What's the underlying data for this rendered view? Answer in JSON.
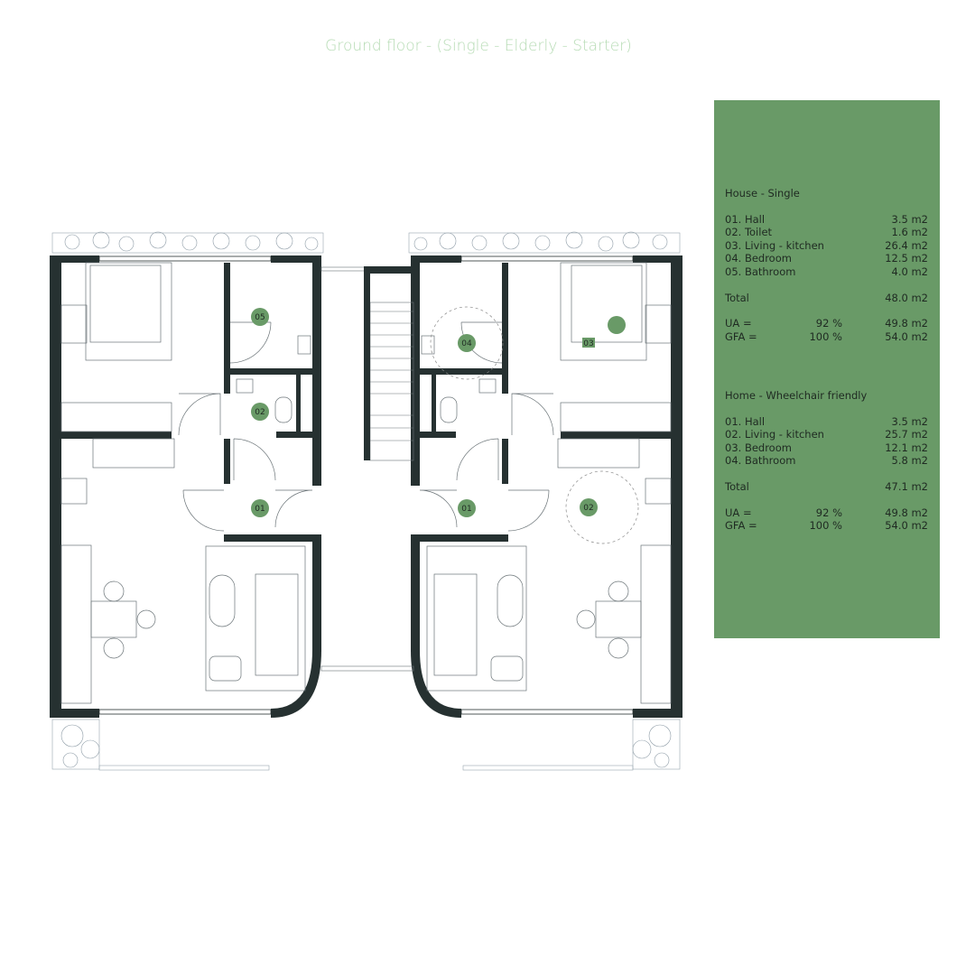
{
  "title": "Ground floor -   (Single - Elderly - Starter)",
  "colors": {
    "accent": "#699a67",
    "wall": "#263131",
    "title": "#b5dbb3"
  },
  "house_single": {
    "heading": "House - Single",
    "rooms": [
      {
        "name": "01. Hall",
        "area": "3.5 m2"
      },
      {
        "name": "02. Toilet",
        "area": "1.6 m2"
      },
      {
        "name": "03. Living - kitchen",
        "area": "26.4 m2"
      },
      {
        "name": "04. Bedroom",
        "area": "12.5 m2"
      },
      {
        "name": "05. Bathroom",
        "area": "4.0 m2"
      }
    ],
    "total_label": "Total",
    "total": "48.0 m2",
    "ua_label": "UA =",
    "ua_pct": "92 %",
    "ua": "49.8 m2",
    "gfa_label": "GFA =",
    "gfa_pct": "100 %",
    "gfa": "54.0 m2"
  },
  "home_wheelchair": {
    "heading": "Home - Wheelchair friendly",
    "rooms": [
      {
        "name": "01. Hall",
        "area": "3.5 m2"
      },
      {
        "name": "02. Living - kitchen",
        "area": "25.7 m2"
      },
      {
        "name": "03. Bedroom",
        "area": "12.1 m2"
      },
      {
        "name": "04. Bathroom",
        "area": "5.8 m2"
      }
    ],
    "total_label": "Total",
    "total": "47.1 m2",
    "ua_label": "UA =",
    "ua_pct": "92 %",
    "ua": "49.8 m2",
    "gfa_label": "GFA =",
    "gfa_pct": "100 %",
    "gfa": "54.0 m2"
  },
  "plan_labels": {
    "left": [
      "05",
      "02",
      "01"
    ],
    "right": [
      "04",
      "01",
      "02",
      "03"
    ]
  }
}
